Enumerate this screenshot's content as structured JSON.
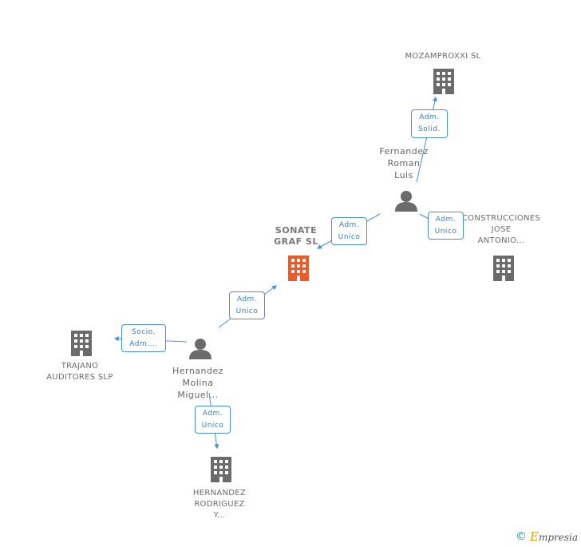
{
  "nodes": {
    "mozamproxxi": {
      "lines": [
        "MOZAMPROXXI SL"
      ]
    },
    "fernandez": {
      "lines": [
        "Fernandez",
        "Roman",
        "Luis"
      ]
    },
    "construcciones": {
      "lines": [
        "CONSTRUCCIONES",
        "JOSE",
        "ANTONIO..."
      ]
    },
    "sonate": {
      "lines": [
        "SONATE",
        "GRAF SL"
      ]
    },
    "trajano": {
      "lines": [
        "TRAJANO",
        "AUDITORES SLP"
      ]
    },
    "hernandez_molina": {
      "lines": [
        "Hernandez",
        "Molina",
        "Miguel..."
      ]
    },
    "hernandez_rodriguez": {
      "lines": [
        "HERNANDEZ",
        "RODRIGUEZ",
        "Y..."
      ]
    }
  },
  "edges": {
    "fernandez_mozamproxxi": {
      "lines": [
        "Adm.",
        "Solid."
      ]
    },
    "fernandez_sonate": {
      "lines": [
        "Adm.",
        "Unico"
      ]
    },
    "fernandez_construcciones": {
      "lines": [
        "Adm.",
        "Unico"
      ]
    },
    "hernandez_sonate": {
      "lines": [
        "Adm.",
        "Unico"
      ]
    },
    "hernandez_trajano": {
      "lines": [
        "Socio,",
        "Adm...."
      ]
    },
    "hernandez_rodriguez": {
      "lines": [
        "Adm.",
        "Unico"
      ]
    }
  },
  "colors": {
    "edge": "#4a90d9",
    "company": "#6b6b6b",
    "center_company": "#f05a28",
    "person": "#6b6b6b"
  },
  "icons": {
    "company": "building-icon",
    "person": "person-icon"
  },
  "footer": {
    "copyright": "©",
    "brand_initial": "E",
    "brand_rest": "mpresia"
  }
}
